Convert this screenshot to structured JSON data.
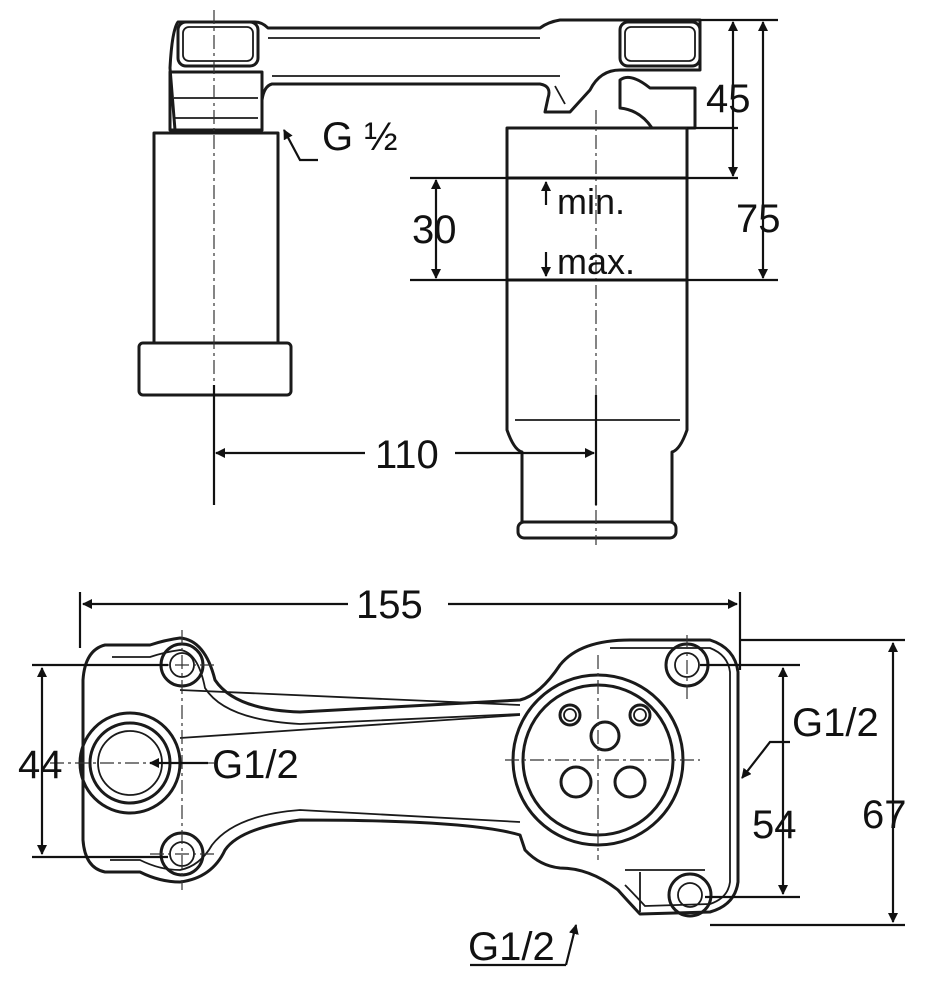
{
  "side_view": {
    "thread_note": "G ½",
    "dim_45": "45",
    "dim_75": "75",
    "dim_30": "30",
    "label_min": "min.",
    "label_max": "max.",
    "dim_110": "110"
  },
  "top_view": {
    "dim_155": "155",
    "dim_44": "44",
    "dim_54": "54",
    "dim_67": "67",
    "thread_left": "G1/2",
    "thread_right": "G1/2",
    "thread_bottom": "G1/2"
  }
}
